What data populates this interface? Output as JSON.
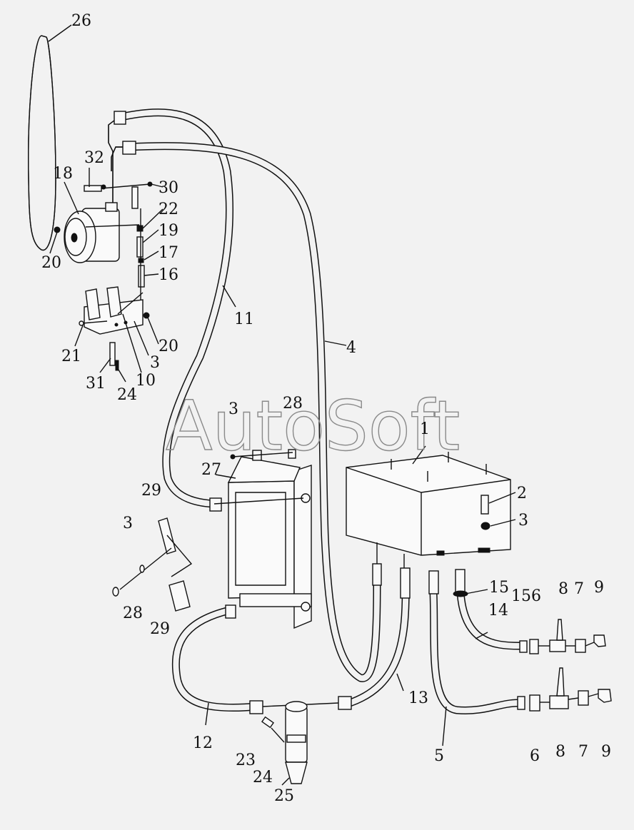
{
  "watermark": "AutoSoft",
  "callouts": [
    {
      "id": "c1",
      "text": "1"
    },
    {
      "id": "c2",
      "text": "2"
    },
    {
      "id": "c3a",
      "text": "3"
    },
    {
      "id": "c3b",
      "text": "3"
    },
    {
      "id": "c3c",
      "text": "3"
    },
    {
      "id": "c3d",
      "text": "3"
    },
    {
      "id": "c4",
      "text": "4"
    },
    {
      "id": "c5",
      "text": "5"
    },
    {
      "id": "c6a",
      "text": "6"
    },
    {
      "id": "c6b",
      "text": "6"
    },
    {
      "id": "c7a",
      "text": "7"
    },
    {
      "id": "c7b",
      "text": "7"
    },
    {
      "id": "c8a",
      "text": "8"
    },
    {
      "id": "c8b",
      "text": "8"
    },
    {
      "id": "c9a",
      "text": "9"
    },
    {
      "id": "c9b",
      "text": "9"
    },
    {
      "id": "c10",
      "text": "10"
    },
    {
      "id": "c11",
      "text": "11"
    },
    {
      "id": "c12",
      "text": "12"
    },
    {
      "id": "c13",
      "text": "13"
    },
    {
      "id": "c14",
      "text": "14"
    },
    {
      "id": "c15a",
      "text": "15"
    },
    {
      "id": "c15b",
      "text": "15"
    },
    {
      "id": "c16",
      "text": "16"
    },
    {
      "id": "c17",
      "text": "17"
    },
    {
      "id": "c18",
      "text": "18"
    },
    {
      "id": "c19",
      "text": "19"
    },
    {
      "id": "c20a",
      "text": "20"
    },
    {
      "id": "c20b",
      "text": "20"
    },
    {
      "id": "c21",
      "text": "21"
    },
    {
      "id": "c22",
      "text": "22"
    },
    {
      "id": "c23",
      "text": "23"
    },
    {
      "id": "c24a",
      "text": "24"
    },
    {
      "id": "c24b",
      "text": "24"
    },
    {
      "id": "c25",
      "text": "25"
    },
    {
      "id": "c26",
      "text": "26"
    },
    {
      "id": "c27",
      "text": "27"
    },
    {
      "id": "c28a",
      "text": "28"
    },
    {
      "id": "c28b",
      "text": "28"
    },
    {
      "id": "c29a",
      "text": "29"
    },
    {
      "id": "c29b",
      "text": "29"
    },
    {
      "id": "c30",
      "text": "30"
    },
    {
      "id": "c31",
      "text": "31"
    },
    {
      "id": "c32",
      "text": "32"
    }
  ]
}
